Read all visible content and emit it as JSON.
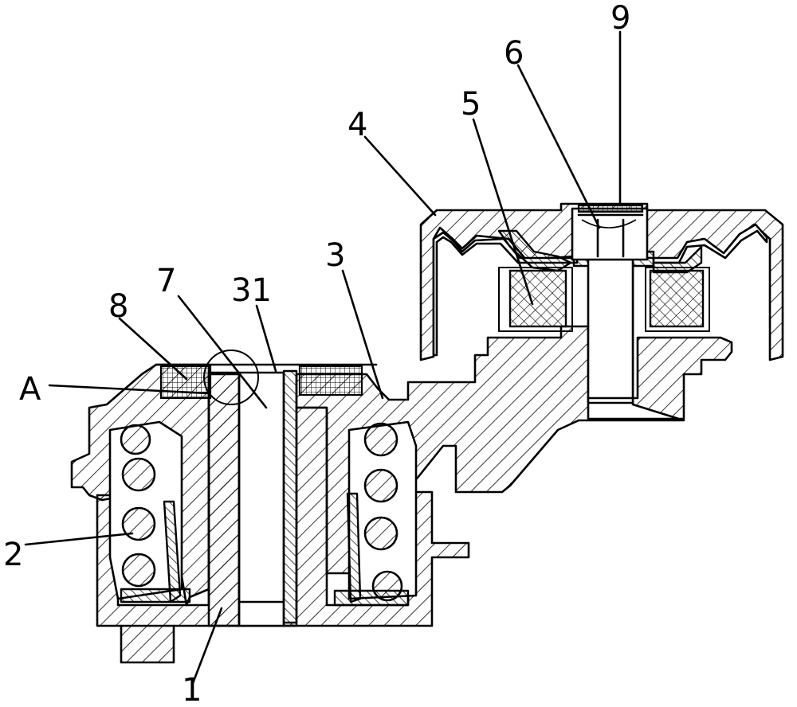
{
  "labels": {
    "l1": "1",
    "l2": "2",
    "l3": "3",
    "l31": "31",
    "l4": "4",
    "l5": "5",
    "l6": "6",
    "l7": "7",
    "l8": "8",
    "l9": "9",
    "lA": "A"
  }
}
